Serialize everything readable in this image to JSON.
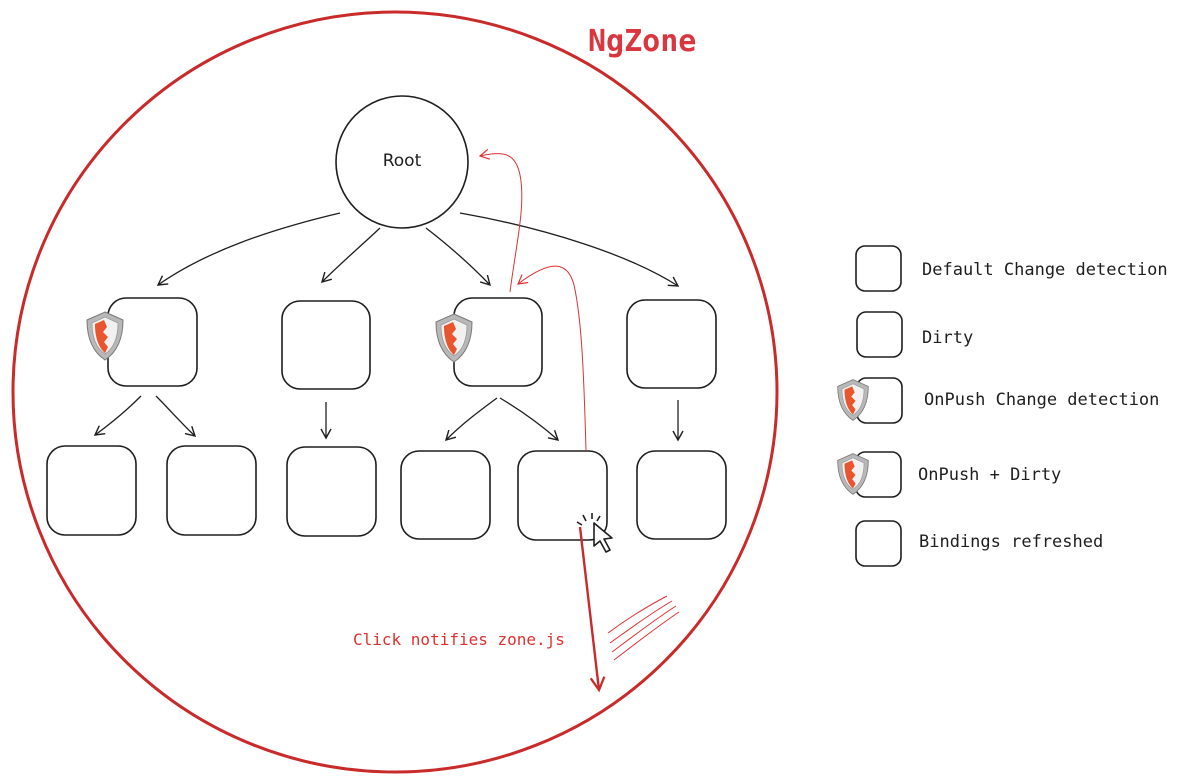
{
  "title": "NgZone",
  "root_label": "Root",
  "annotation": "Click notifies zone.js",
  "legend": [
    {
      "label": "Default Change detection",
      "style": "default",
      "shield": false
    },
    {
      "label": "Dirty",
      "style": "dirty",
      "shield": false
    },
    {
      "label": "OnPush Change detection",
      "style": "default",
      "shield": true
    },
    {
      "label": "OnPush + Dirty",
      "style": "dirty",
      "shield": true
    },
    {
      "label": "Bindings refreshed",
      "style": "refreshed",
      "shield": false
    }
  ],
  "colors": {
    "zone": "#c92a2a",
    "red_text": "#e03131",
    "stroke": "#1e1e1e",
    "default_hatch": "#dedede",
    "dirty_hatch": "#f4a7a7",
    "refreshed_fill": "#b2f2bb",
    "shield_red": "#e8552f",
    "shield_rim": "#9a9a9a"
  },
  "icons": [
    "shield-icon",
    "mouse-pointer-icon"
  ]
}
